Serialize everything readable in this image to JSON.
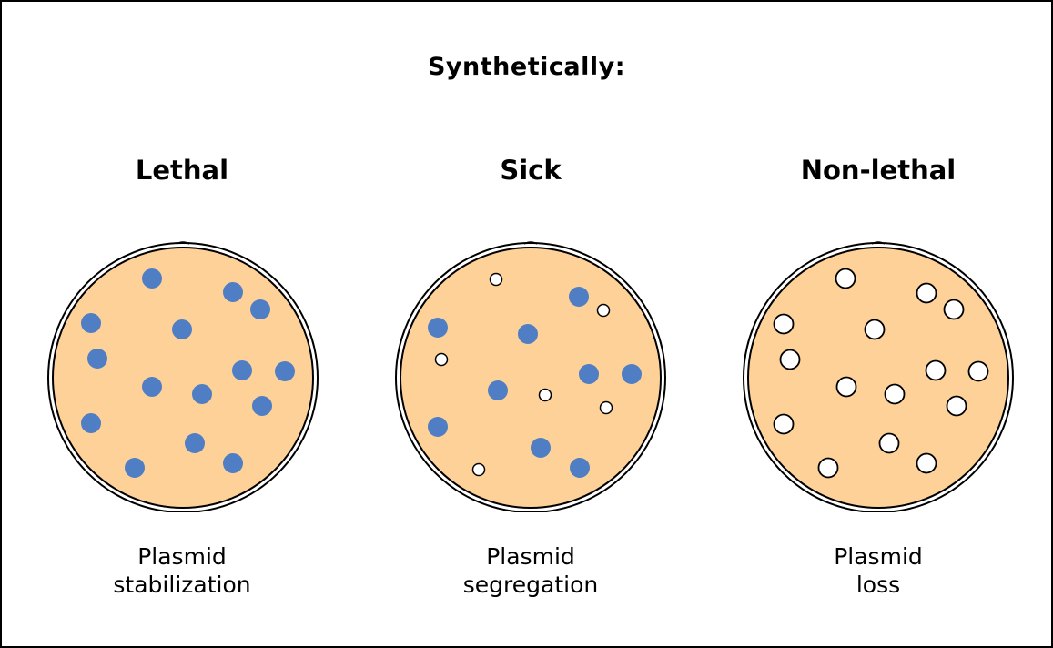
{
  "title": "Synthetically:",
  "colors": {
    "agar": "#FDD198",
    "colony_blue": "#4F7EC4",
    "colony_white": "#FFFFFF",
    "outline": "#000000"
  },
  "plates": [
    {
      "label": "Lethal",
      "caption_line1": "Plasmid",
      "caption_line2": "stabilization"
    },
    {
      "label": "Sick",
      "caption_line1": "Plasmid",
      "caption_line2": "segregation"
    },
    {
      "label": "Non-lethal",
      "caption_line1": "Plasmid",
      "caption_line2": "loss"
    }
  ]
}
